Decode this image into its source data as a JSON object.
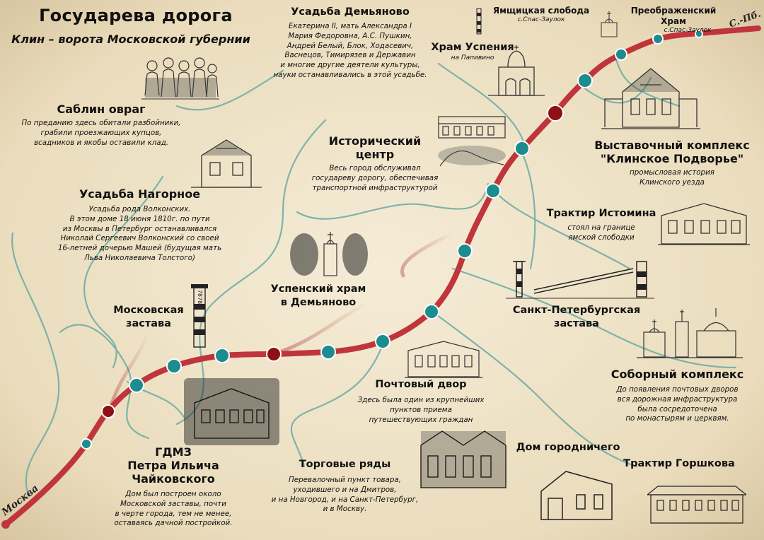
{
  "map": {
    "title": "Государева дорога",
    "subtitle": "Клин – ворота Московской губернии",
    "colors": {
      "road": "#c0343b",
      "stop_teal": "#1c8c8e",
      "stop_red": "#8c1015",
      "river": "#6aaba4",
      "paper": "#efe3c9"
    },
    "endpoints": {
      "start": "Москва",
      "end": "С.-Пб."
    }
  },
  "places": [
    {
      "key": "demyanovo_estate",
      "name": "Усадьба Демьяново",
      "text": [
        "Екатерина II, мать Александра I",
        "Мария Федоровна, А.С. Пушкин,",
        "Андрей Белый, Блок, Ходасевич,",
        "Васнецов, Тимирязев и Державин",
        "и многие другие деятели культуры,",
        "науки останавливались в этой усадьбе."
      ]
    },
    {
      "key": "yamskaya",
      "name": "Ямщицкая слобода",
      "sub": "с.Спас-Заулок"
    },
    {
      "key": "preobrazhensky",
      "name": "Преображенский Храм",
      "sub": "с.Спас-Заулок"
    },
    {
      "key": "uspeniya",
      "name": "Храм Успения",
      "sub": "на Папивино"
    },
    {
      "key": "sablin",
      "name": "Саблин овраг",
      "text": [
        "По преданию здесь обитали разбойники,",
        "грабили проезжающих купцов,",
        "всадников и якобы оставили клад."
      ]
    },
    {
      "key": "historic_center",
      "name": [
        "Исторический",
        "центр"
      ],
      "text": [
        "Весь город обслуживал",
        "государеву дорогу, обеспечивая",
        "транспортной инфраструктурой"
      ]
    },
    {
      "key": "podvorie",
      "name": [
        "Выставочный комплекс",
        "\"Клинское Подворье\""
      ],
      "text": [
        "промысловая история",
        "Клинского уезда"
      ]
    },
    {
      "key": "nagornoe",
      "name": "Усадьба Нагорное",
      "text": [
        "Усадьба рода Волконских.",
        "В этом доме 18 июня 1810г. по пути",
        "из Москвы в Петербург останавливался",
        "Николай Сергеевич Волконский со своей",
        "16-летней дочерью Машей (будущая мать",
        "Льва Николаевича Толстого)"
      ]
    },
    {
      "key": "istomin",
      "name": "Трактир Истомина",
      "text": [
        "стоял на границе",
        "ямской слободки"
      ]
    },
    {
      "key": "moscow_gate",
      "name": [
        "Московская",
        "застава"
      ],
      "post_label": "7878"
    },
    {
      "key": "uspensky_demyanovo",
      "name": [
        "Успенский храм",
        "в Демьяново"
      ]
    },
    {
      "key": "spb_gate",
      "name": [
        "Санкт-Петербургская",
        "застава"
      ]
    },
    {
      "key": "sobor",
      "name": "Соборный комплекс",
      "text": [
        "До появления почтовых дворов",
        "вся дорожная инфраструктура",
        "была сосредоточена",
        "по монастырям и церквям."
      ]
    },
    {
      "key": "post",
      "name": "Почтовый двор",
      "text": [
        "Здесь была один из крупнейших",
        "пунктов приема",
        "путешествующих граждан"
      ]
    },
    {
      "key": "gdmmz",
      "name": [
        "ГДМЗ",
        "Петра Ильича Чайковского"
      ],
      "text": [
        "Дом был построен около",
        "Московской заставы, почти",
        "в черте города, тем не менее,",
        "оставаясь дачной постройкой."
      ]
    },
    {
      "key": "rows",
      "name": "Торговые ряды",
      "text": [
        "Перевалочный пункт товара,",
        "уходившего и на Дмитров,",
        "и на Новгород, и на Санкт-Петербург,",
        "и в Москву."
      ]
    },
    {
      "key": "gorodnichy",
      "name": "Дом городничего"
    },
    {
      "key": "gorshkov",
      "name": "Трактир Горшкова"
    }
  ]
}
